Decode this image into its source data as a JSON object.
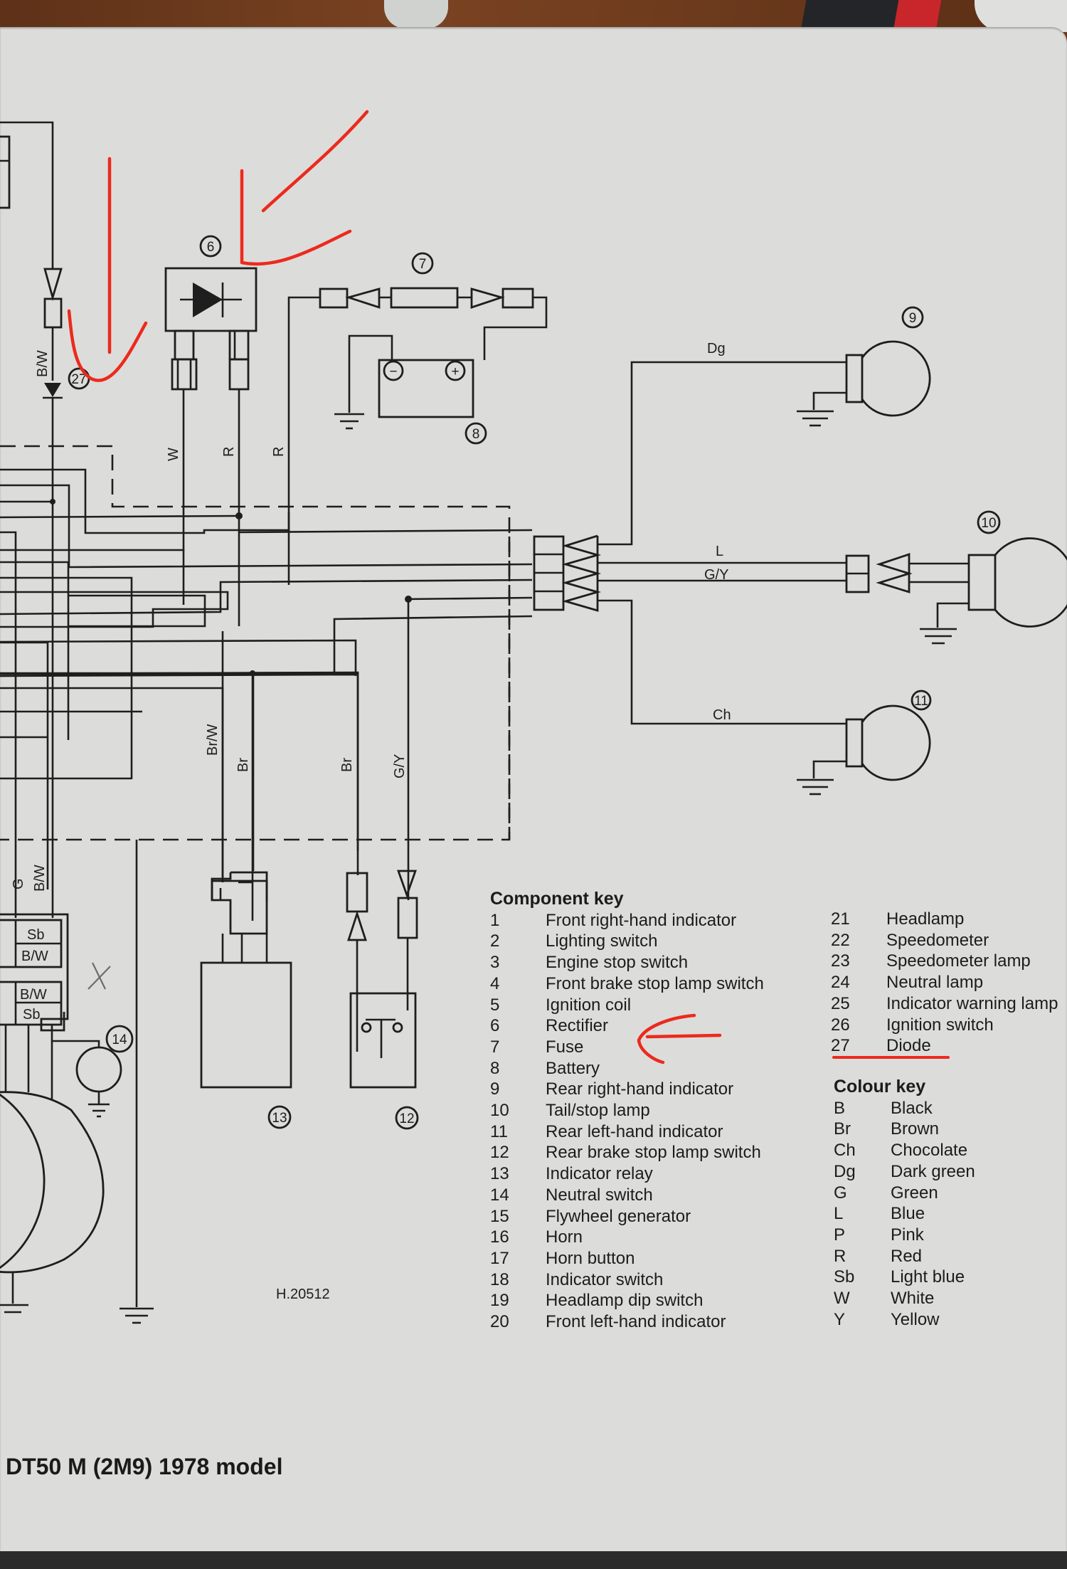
{
  "document": {
    "title": "DT50 M (2M9) 1978 model",
    "diagram_ref": "H.20512"
  },
  "wire_labels": {
    "bw_top": "B/W",
    "w": "W",
    "r1": "R",
    "r2": "R",
    "dg": "Dg",
    "l": "L",
    "gy": "G/Y",
    "ch": "Ch",
    "brw": "Br/W",
    "br1": "Br",
    "br2": "Br",
    "gy_vert": "G/Y",
    "g_left": "G",
    "bw_left": "B/W"
  },
  "connector_labels": [
    "Sb",
    "B/W",
    "B/W",
    "Sb"
  ],
  "component_callouts": [
    "6",
    "7",
    "8",
    "9",
    "10",
    "11",
    "12",
    "13",
    "14",
    "27"
  ],
  "component_key": {
    "title": "Component key",
    "items": [
      {
        "n": "1",
        "label": "Front right-hand indicator"
      },
      {
        "n": "2",
        "label": "Lighting switch"
      },
      {
        "n": "3",
        "label": "Engine stop switch"
      },
      {
        "n": "4",
        "label": "Front brake stop lamp switch"
      },
      {
        "n": "5",
        "label": "Ignition coil"
      },
      {
        "n": "6",
        "label": "Rectifier"
      },
      {
        "n": "7",
        "label": "Fuse"
      },
      {
        "n": "8",
        "label": "Battery"
      },
      {
        "n": "9",
        "label": "Rear right-hand indicator"
      },
      {
        "n": "10",
        "label": "Tail/stop lamp"
      },
      {
        "n": "11",
        "label": "Rear left-hand indicator"
      },
      {
        "n": "12",
        "label": "Rear brake stop lamp switch"
      },
      {
        "n": "13",
        "label": "Indicator relay"
      },
      {
        "n": "14",
        "label": "Neutral switch"
      },
      {
        "n": "15",
        "label": "Flywheel generator"
      },
      {
        "n": "16",
        "label": "Horn"
      },
      {
        "n": "17",
        "label": "Horn button"
      },
      {
        "n": "18",
        "label": "Indicator switch"
      },
      {
        "n": "19",
        "label": "Headlamp dip switch"
      },
      {
        "n": "20",
        "label": "Front left-hand indicator"
      }
    ],
    "items_col2": [
      {
        "n": "21",
        "label": "Headlamp"
      },
      {
        "n": "22",
        "label": "Speedometer"
      },
      {
        "n": "23",
        "label": "Speedometer lamp"
      },
      {
        "n": "24",
        "label": "Neutral lamp"
      },
      {
        "n": "25",
        "label": "Indicator warning lamp"
      },
      {
        "n": "26",
        "label": "Ignition switch"
      },
      {
        "n": "27",
        "label": "Diode"
      }
    ]
  },
  "colour_key": {
    "title": "Colour key",
    "items": [
      {
        "code": "B",
        "label": "Black"
      },
      {
        "code": "Br",
        "label": "Brown"
      },
      {
        "code": "Ch",
        "label": "Chocolate"
      },
      {
        "code": "Dg",
        "label": "Dark green"
      },
      {
        "code": "G",
        "label": "Green"
      },
      {
        "code": "L",
        "label": "Blue"
      },
      {
        "code": "P",
        "label": "Pink"
      },
      {
        "code": "R",
        "label": "Red"
      },
      {
        "code": "Sb",
        "label": "Light blue"
      },
      {
        "code": "W",
        "label": "White"
      },
      {
        "code": "Y",
        "label": "Yellow"
      }
    ]
  },
  "annotations": {
    "highlighted_items": [
      "6",
      "27"
    ],
    "annotation_color": "#ec2a1c",
    "pencil_mark": "X"
  },
  "battery_terminals": {
    "neg": "−",
    "pos": "+"
  }
}
